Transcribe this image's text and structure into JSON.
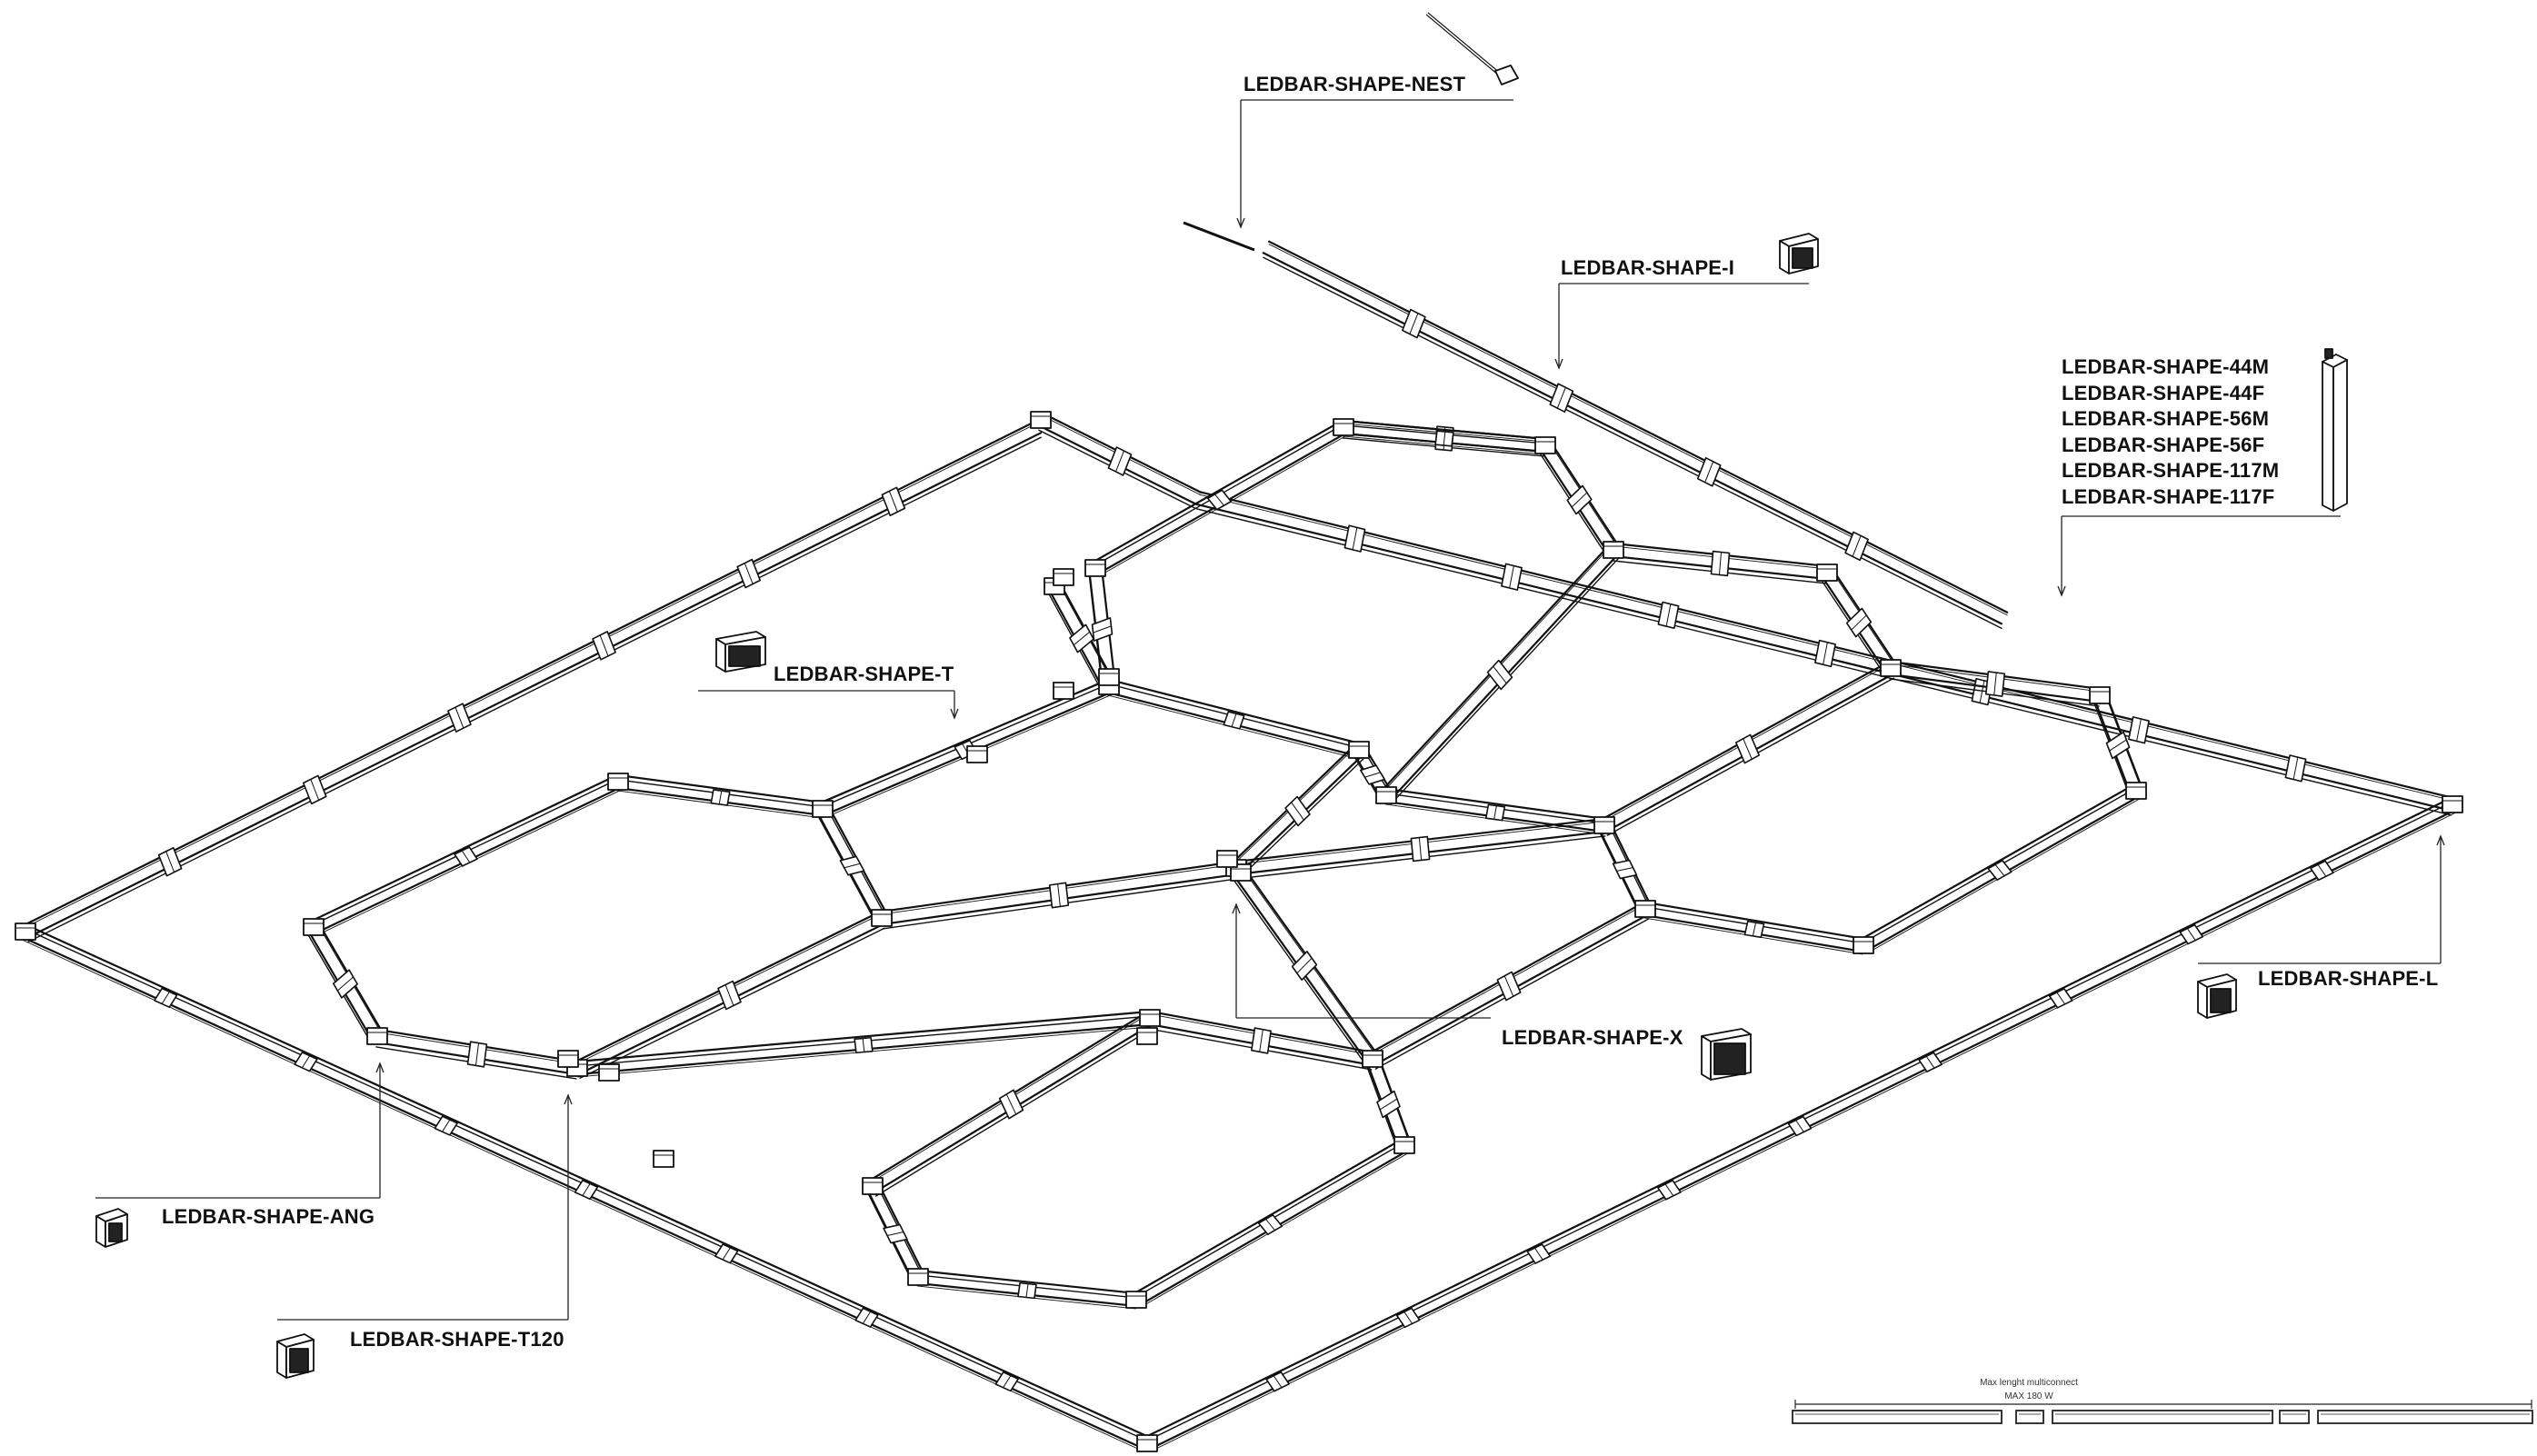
{
  "labels": {
    "nest": "LEDBAR-SHAPE-NEST",
    "i": "LEDBAR-SHAPE-I",
    "t": "LEDBAR-SHAPE-T",
    "x": "LEDBAR-SHAPE-X",
    "l": "LEDBAR-SHAPE-L",
    "ang": "LEDBAR-SHAPE-ANG",
    "t120": "LEDBAR-SHAPE-T120",
    "lengths": [
      "LEDBAR-SHAPE-44M",
      "LEDBAR-SHAPE-44F",
      "LEDBAR-SHAPE-56M",
      "LEDBAR-SHAPE-56F",
      "LEDBAR-SHAPE-117M",
      "LEDBAR-SHAPE-117F"
    ]
  },
  "legend": {
    "caption": "Max lenght multiconnect",
    "max": "MAX 180 W"
  },
  "icons": [
    "connector-nest-icon",
    "connector-i-icon",
    "connector-t-icon",
    "connector-x-icon",
    "connector-l-icon",
    "connector-ang-icon",
    "connector-t120-icon",
    "profile-bar-icon"
  ]
}
